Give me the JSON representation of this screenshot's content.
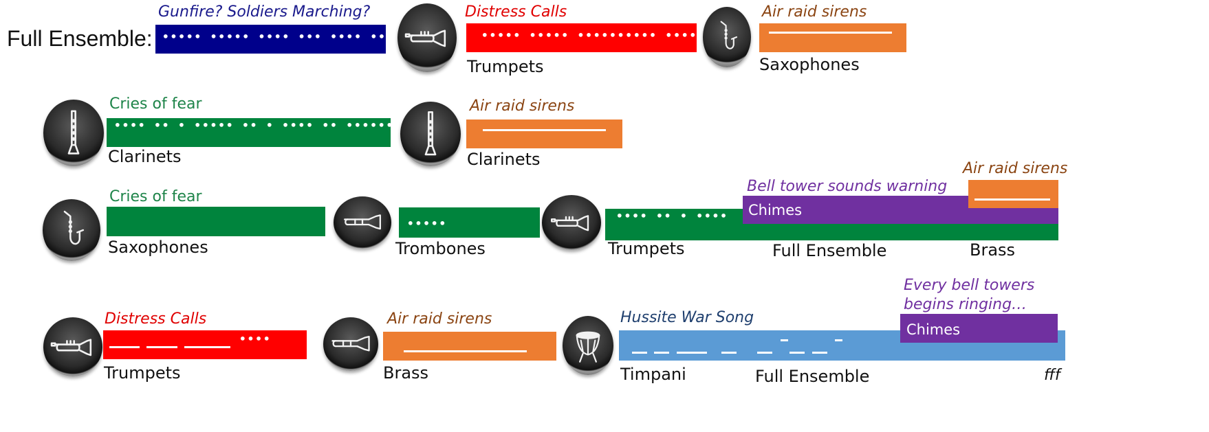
{
  "title": "Full Ensemble:",
  "colors": {
    "navy": "#00008b",
    "red": "#ff0000",
    "orange": "#ed7d31",
    "green": "#00843d",
    "purple": "#7030a0",
    "blue": "#5b9bd5",
    "note_navy": "#1a1a8c",
    "note_red": "#e00000",
    "note_brown": "#8b4513",
    "note_green": "#1e8449",
    "note_purple": "#7030a0",
    "note_blue": "#1f3f6e"
  },
  "row1": {
    "note_gunfire": "Gunfire? Soldiers Marching?",
    "dots_navy": "••••• ••••• •••• ••• •••• •••",
    "note_distress": "Distress Calls",
    "dots_red": "••••• ••••• •••••••••• ••••••",
    "label_trumpets": "Trumpets",
    "note_sirens": "Air raid sirens",
    "dash_orange": "———————————",
    "label_saxophones": "Saxophones"
  },
  "row2": {
    "note_cries": "Cries of fear",
    "dots_green": "•••• •• • ••••• •• • •••• •• ••••••••",
    "label_clarinets_1": "Clarinets",
    "note_sirens": "Air raid sirens",
    "dash_orange": "——————————",
    "label_clarinets_2": "Clarinets"
  },
  "row3": {
    "note_cries": "Cries of fear",
    "label_saxophones": "Saxophones",
    "dots_trombone": "•••••",
    "label_trombones": "Trombones",
    "dots_trumpets": "•••• •• • ••••",
    "label_trumpets": "Trumpets",
    "note_bell": "Bell tower sounds warning",
    "chimes_label": "Chimes",
    "label_full_ensemble": "Full Ensemble",
    "note_sirens": "Air raid sirens",
    "dash_orange": "——————",
    "label_brass": "Brass"
  },
  "row4": {
    "note_distress": "Distress Calls",
    "dash_red": "—— —— ——— ",
    "dots_red": "••••",
    "label_trumpets": "Trumpets",
    "note_sirens": "Air raid sirens",
    "dash_orange": "———————————",
    "label_brass": "Brass",
    "note_hussite": "Hussite War Song",
    "dash_blue_low": "— — —— —  — — —",
    "dash_blue_high": "–      –",
    "label_timpani": "Timpani",
    "label_full_ensemble": "Full Ensemble",
    "note_every_bell": "Every bell towers begins ringing…",
    "chimes_label": "Chimes",
    "dynamic": "fff"
  },
  "icons": {
    "r1_trumpet": "trumpet-icon",
    "r1_saxophone": "saxophone-icon",
    "r2_clarinet_1": "clarinet-icon",
    "r2_clarinet_2": "clarinet-icon",
    "r3_saxophone": "saxophone-icon",
    "r3_trombone": "trombone-icon",
    "r3_trumpet": "trumpet-icon",
    "r4_trumpet": "trumpet-icon",
    "r4_trombone": "trombone-icon",
    "r4_timpani": "timpani-icon"
  }
}
